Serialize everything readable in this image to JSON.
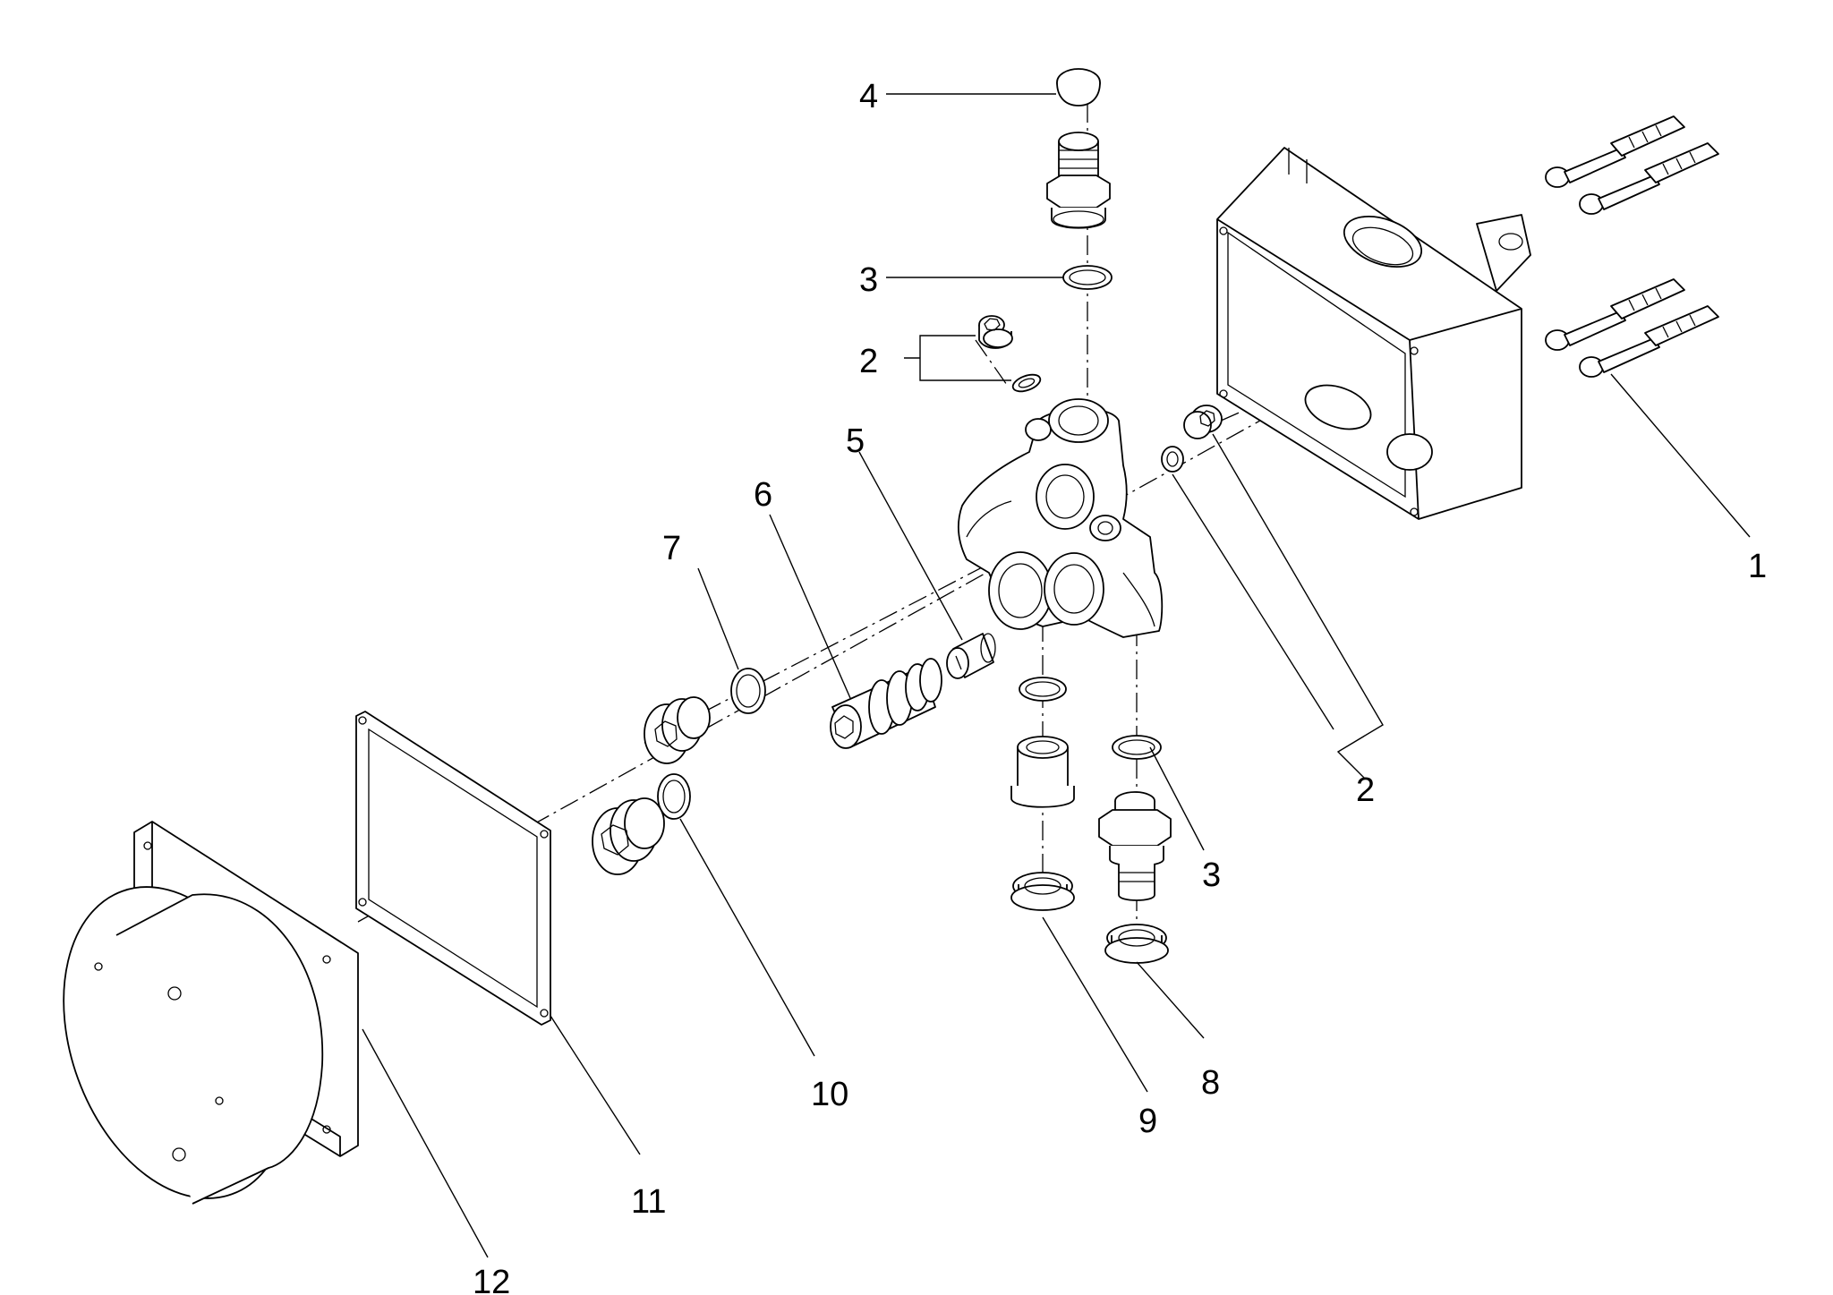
{
  "callouts": [
    {
      "id": "c1",
      "text": "1"
    },
    {
      "id": "c2a",
      "text": "2"
    },
    {
      "id": "c2b",
      "text": "2"
    },
    {
      "id": "c3a",
      "text": "3"
    },
    {
      "id": "c3b",
      "text": "3"
    },
    {
      "id": "c4",
      "text": "4"
    },
    {
      "id": "c5",
      "text": "5"
    },
    {
      "id": "c6",
      "text": "6"
    },
    {
      "id": "c7",
      "text": "7"
    },
    {
      "id": "c8",
      "text": "8"
    },
    {
      "id": "c9",
      "text": "9"
    },
    {
      "id": "c10",
      "text": "10"
    },
    {
      "id": "c11",
      "text": "11"
    },
    {
      "id": "c12",
      "text": "12"
    }
  ],
  "colors": {
    "line": "#000000",
    "background": "#ffffff"
  }
}
